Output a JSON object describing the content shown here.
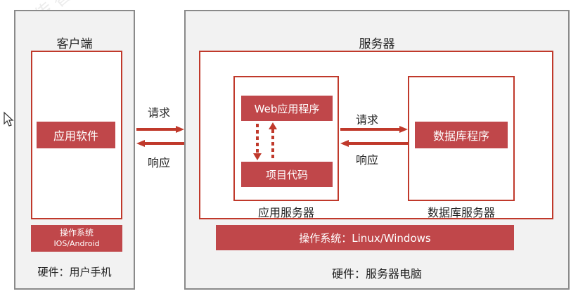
{
  "client": {
    "title": "客户端",
    "app_label": "应用软件",
    "os_line1": "操作系统",
    "os_line2": "IOS/Android",
    "hardware_label": "硬件：用户手机"
  },
  "connection": {
    "request_label": "请求",
    "response_label": "响应"
  },
  "server": {
    "title": "服务器",
    "app_server": {
      "web_app_label": "Web应用程序",
      "code_label": "项目代码",
      "caption": "应用服务器"
    },
    "inner_connection": {
      "request_label": "请求",
      "response_label": "响应"
    },
    "db_server": {
      "db_program_label": "数据库程序",
      "caption": "数据库服务器"
    },
    "os_label": "操作系统：Linux/Windows",
    "hardware_label": "硬件：服务器电脑"
  },
  "watermark_text": "传智教育",
  "colors": {
    "accent_red": "#c0474a",
    "frame_red": "#c0392b",
    "panel_gray": "#f2f2f2",
    "border_gray": "#8a8a8a"
  }
}
